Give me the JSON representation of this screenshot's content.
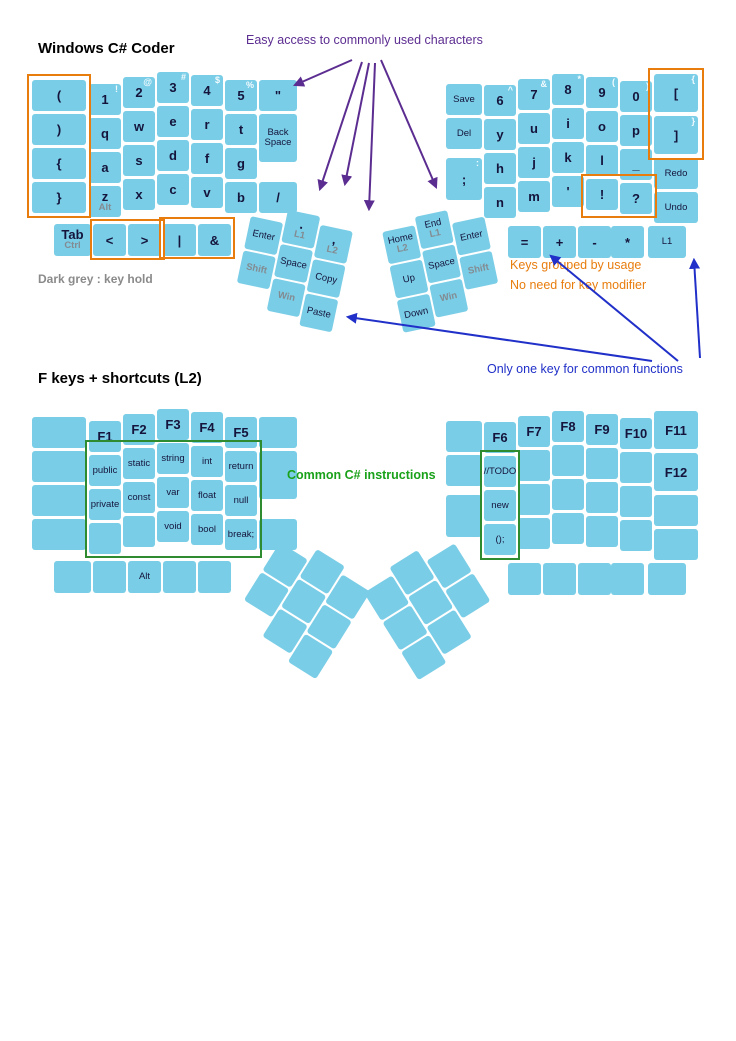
{
  "titles": {
    "layer1": "Windows C# Coder",
    "layer2": "F keys + shortcuts (L2)"
  },
  "annotations": {
    "easy_access": "Easy access to commonly used characters",
    "key_hold_note": "Dark grey : key hold",
    "grouped_line1": "Keys grouped by usage",
    "grouped_line2": "No need for key modifier",
    "one_key": "Only one key for common functions",
    "common_cs": "Common C# instructions"
  },
  "colors": {
    "key_blue": "#7acde6",
    "key_text": "#14143c",
    "hold_grey": "#838b92",
    "sub_white": "#f2fbff",
    "orange": "#e87d0e",
    "purple": "#5c2d91",
    "blue": "#2030c8",
    "green_box": "#2f8b2f",
    "green_text": "#1aa11a"
  },
  "keyboard_main": {
    "left": {
      "columns": [
        [
          {
            "t": "("
          },
          {
            "t": ")"
          },
          {
            "t": "{"
          },
          {
            "t": "}"
          }
        ],
        [
          {
            "t": "1",
            "s": "!"
          },
          {
            "t": "q"
          },
          {
            "t": "a"
          },
          {
            "t": "z",
            "h": "Alt"
          }
        ],
        [
          {
            "t": "2",
            "s": "@"
          },
          {
            "t": "w"
          },
          {
            "t": "s"
          },
          {
            "t": "x"
          }
        ],
        [
          {
            "t": "3",
            "s": "#"
          },
          {
            "t": "e"
          },
          {
            "t": "d"
          },
          {
            "t": "c"
          }
        ],
        [
          {
            "t": "4",
            "s": "$"
          },
          {
            "t": "r"
          },
          {
            "t": "f"
          },
          {
            "t": "v"
          }
        ],
        [
          {
            "t": "5",
            "s": "%"
          },
          {
            "t": "t"
          },
          {
            "t": "g"
          },
          {
            "t": "b"
          }
        ],
        [
          {
            "t": "\""
          },
          {
            "t": "Back Space",
            "sm": true
          },
          {
            "t": "/"
          }
        ]
      ],
      "bottom_row": [
        {
          "t": "Tab",
          "h": "Ctrl"
        },
        {
          "t": "<"
        },
        {
          "t": ">"
        },
        {
          "t": "|"
        },
        {
          "t": "&"
        }
      ],
      "thumb_columns": [
        [
          {
            "t": "Enter",
            "sm": true
          },
          {
            "h": "Shift"
          }
        ],
        [
          {
            "t": ".",
            "h": "L1"
          },
          {
            "t": "Space",
            "sm": true
          },
          {
            "h": "Win"
          }
        ],
        [
          {
            "t": ",",
            "h": "L2"
          },
          {
            "t": "Copy",
            "sm": true
          },
          {
            "t": "Paste",
            "sm": true
          }
        ]
      ]
    },
    "right": {
      "columns": [
        [
          {
            "t": "Save",
            "sm": true
          },
          {
            "t": "Del",
            "sm": true
          },
          {
            "t": ";",
            "s": ":"
          }
        ],
        [
          {
            "t": "6",
            "s": "^"
          },
          {
            "t": "y"
          },
          {
            "t": "h"
          },
          {
            "t": "n"
          }
        ],
        [
          {
            "t": "7",
            "s": "&"
          },
          {
            "t": "u"
          },
          {
            "t": "j"
          },
          {
            "t": "m"
          }
        ],
        [
          {
            "t": "8",
            "s": "*"
          },
          {
            "t": "i"
          },
          {
            "t": "k"
          },
          {
            "t": "'"
          }
        ],
        [
          {
            "t": "9",
            "s": "("
          },
          {
            "t": "o"
          },
          {
            "t": "l"
          },
          {
            "t": "!"
          }
        ],
        [
          {
            "t": "0",
            "s": ")"
          },
          {
            "t": "p"
          },
          {
            "t": "_"
          },
          {
            "t": "?"
          }
        ],
        [
          {
            "t": "[",
            "s": "{"
          },
          {
            "t": "]",
            "s": "}"
          },
          {
            "t": "Redo",
            "sm": true
          },
          {
            "t": "Undo",
            "sm": true
          }
        ]
      ],
      "bottom_row": [
        {
          "t": "="
        },
        {
          "t": "+"
        },
        {
          "t": "-"
        },
        {
          "t": "*"
        },
        {
          "t": "L1",
          "sm": true
        }
      ],
      "thumb_columns": [
        [
          {
            "t": "Home",
            "sm": true,
            "h": "L2"
          },
          {
            "t": "Up",
            "sm": true
          },
          {
            "t": "Down",
            "sm": true
          }
        ],
        [
          {
            "t": "End",
            "sm": true,
            "h": "L1"
          },
          {
            "t": "Space",
            "sm": true
          },
          {
            "h": "Win"
          }
        ],
        [
          {
            "t": "Enter",
            "sm": true
          },
          {
            "h": "Shift"
          }
        ]
      ]
    }
  },
  "keyboard_l2": {
    "left": {
      "columns": [
        [
          {},
          {},
          {},
          {}
        ],
        [
          {
            "t": "F1"
          },
          {
            "t": "public",
            "sm": true
          },
          {
            "t": "private",
            "sm": true
          },
          {}
        ],
        [
          {
            "t": "F2"
          },
          {
            "t": "static",
            "sm": true
          },
          {
            "t": "const",
            "sm": true
          },
          {}
        ],
        [
          {
            "t": "F3"
          },
          {
            "t": "string",
            "sm": true
          },
          {
            "t": "var",
            "sm": true
          },
          {
            "t": "void",
            "sm": true
          }
        ],
        [
          {
            "t": "F4"
          },
          {
            "t": "int",
            "sm": true
          },
          {
            "t": "float",
            "sm": true
          },
          {
            "t": "bool",
            "sm": true
          }
        ],
        [
          {
            "t": "F5"
          },
          {
            "t": "return",
            "sm": true
          },
          {
            "t": "null",
            "sm": true
          },
          {
            "t": "break;",
            "sm": true
          }
        ],
        [
          {},
          {},
          {}
        ]
      ],
      "bottom_row": [
        {},
        {},
        {
          "t": "Alt",
          "sm": true
        },
        {},
        {}
      ],
      "thumb_columns": [
        [
          {},
          {}
        ],
        [
          {},
          {},
          {}
        ],
        [
          {},
          {},
          {}
        ]
      ]
    },
    "right": {
      "columns": [
        [
          {},
          {},
          {}
        ],
        [
          {
            "t": "F6"
          },
          {
            "t": "//TODO",
            "sm": true
          },
          {
            "t": "new",
            "sm": true
          },
          {
            "t": "();",
            "sm": true
          }
        ],
        [
          {
            "t": "F7"
          },
          {},
          {},
          {}
        ],
        [
          {
            "t": "F8"
          },
          {},
          {},
          {}
        ],
        [
          {
            "t": "F9"
          },
          {},
          {},
          {}
        ],
        [
          {
            "t": "F10"
          },
          {},
          {},
          {}
        ],
        [
          {
            "t": "F11"
          },
          {
            "t": "F12"
          },
          {},
          {}
        ]
      ],
      "bottom_row": [
        {},
        {},
        {},
        {},
        {}
      ],
      "thumb_columns": [
        [
          {},
          {},
          {}
        ],
        [
          {},
          {},
          {}
        ],
        [
          {},
          {}
        ]
      ]
    }
  }
}
